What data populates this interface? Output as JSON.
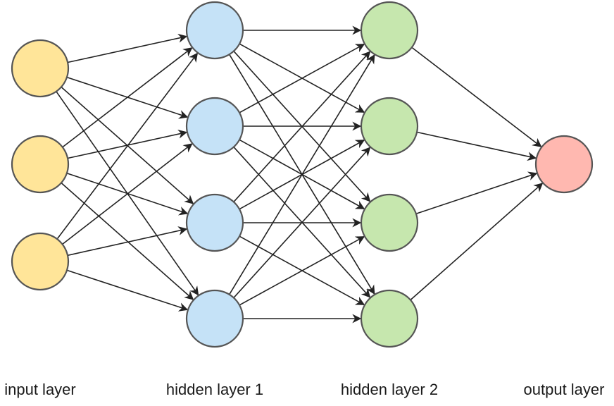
{
  "diagram": {
    "layers": [
      {
        "label": "input layer",
        "nodes": 3,
        "color": "#FFE599"
      },
      {
        "label": "hidden layer 1",
        "nodes": 4,
        "color": "#C5E2F7"
      },
      {
        "label": "hidden layer 2",
        "nodes": 4,
        "color": "#C6E7AE"
      },
      {
        "label": "output layer",
        "nodes": 1,
        "color": "#FFB8B0"
      }
    ],
    "node_stroke": "#555555",
    "edge_color": "#222222",
    "connectivity": "fully-connected"
  }
}
